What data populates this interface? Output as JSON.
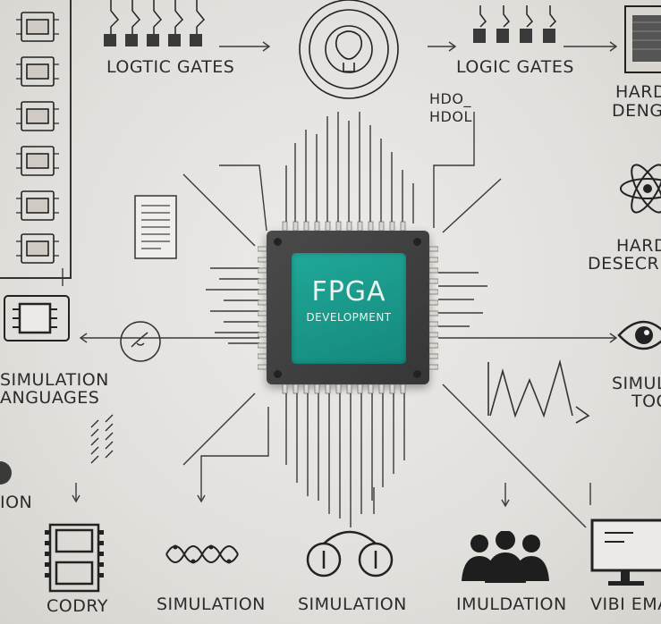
{
  "center": {
    "title": "FPGA",
    "subtitle": "DEVELOPMENT"
  },
  "labels": {
    "logtic_gates": "LOGTIC GATES",
    "logic_gates": "LOGIC GATES",
    "hdo_1": "HDO_",
    "hdo_2": "HDOL",
    "hard_dengu_1": "HARD",
    "hard_dengu_2": "DENGU",
    "hard_descr_1": "HARD",
    "hard_descr_2": "DESECRP",
    "simulation_lang_1": "SIMULATION",
    "simulation_lang_2": "ANGUAGES",
    "simul_tool_1": "SIMUL",
    "simul_tool_2": "TOO",
    "ion": "ION",
    "codry": "CODRY",
    "simulation_a": "SIMULATION",
    "simulation_b": "SIMULATION",
    "imuldation": "IMULDATION",
    "cut_right": "VIBI EMATA"
  },
  "icons": [
    "chip-module-icon",
    "logic-gate-icon",
    "circle-mandala-icon",
    "logic-gate-icon",
    "circuit-board-icon",
    "document-icon",
    "atom-icon",
    "microchip-icon",
    "magnifier-icon",
    "eye-icon",
    "waveform-icon",
    "film-strip-icon",
    "waveform-oscilloscope-icon",
    "probe-pair-icon",
    "people-group-icon",
    "monitor-icon"
  ]
}
